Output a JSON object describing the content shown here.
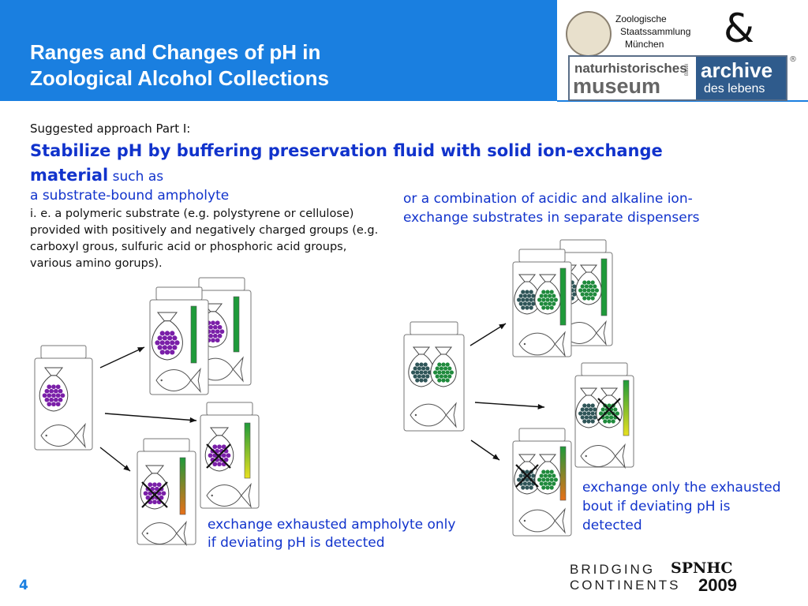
{
  "header": {
    "title_line1": "Ranges and Changes of pH in",
    "title_line2": "Zoological Alcohol Collections",
    "band_color": "#1a7fe0"
  },
  "logos": {
    "zsm_line1": "Zoologische",
    "zsm_line2": "Staatssammlung",
    "zsm_line3": "München",
    "ampersand": "&",
    "nhm_line1": "naturhistorisches",
    "nhm_line2": "museum",
    "nhm_small": "Basel",
    "archive_word": "archive",
    "archive_sub": "des lebens",
    "registered": "®"
  },
  "content": {
    "suggested": "Suggested approach Part I:",
    "headline_bold": "Stabilize pH by buffering preservation fluid with solid ion-exchange material",
    "headline_tail": " such as",
    "ampholyte_label": "a substrate-bound ampholyte",
    "ampholyte_desc": "i. e. a polymeric substrate (e.g. polystyrene or cellulose) provided with positively and negatively charged groups (e.g. carboxyl grous, sulfuric acid or phosphoric acid groups, various amino gorups).",
    "combo_text": "or a combination of acidic and alkaline ion-exchange substrates in separate dispensers",
    "note_left": "exchange exhausted ampholyte only if deviating pH is detected",
    "note_right": "exchange only the exhausted bout if deviating pH is detected",
    "text_color": "#1133cc"
  },
  "footer": {
    "slide_number": "4",
    "bridging": "BRIDGING",
    "continents": "CONTINENTS",
    "spnhc": "SPNHC",
    "year": "2009"
  },
  "colors": {
    "ampholyte_beads": "#7a1fa8",
    "acidic_beads": "#2f5558",
    "alkaline_beads": "#1f8a3c",
    "indicator_green": "#1f9a3a",
    "indicator_yellow": "#e8e020",
    "indicator_orange": "#e87018"
  },
  "icons": [
    "specimen-jar-icon",
    "fish-icon",
    "bead-bag-icon",
    "arrow-icon",
    "cross-icon",
    "ph-indicator-strip-icon"
  ]
}
